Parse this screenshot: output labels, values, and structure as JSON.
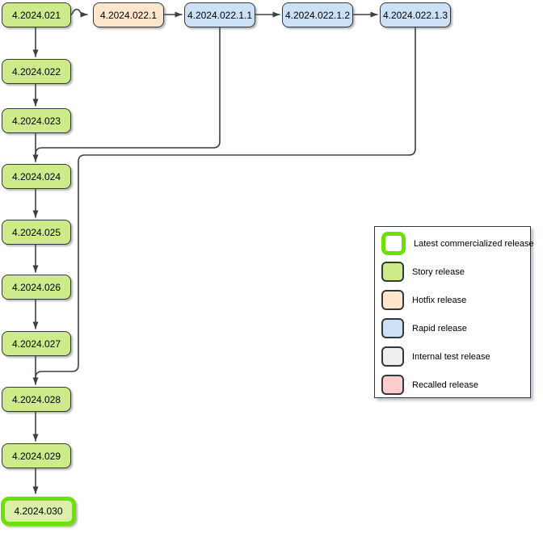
{
  "diagram": {
    "nodes": [
      {
        "label": "4.2024.021",
        "type": "story"
      },
      {
        "label": "4.2024.022.1",
        "type": "hotfix"
      },
      {
        "label": "4.2024.022.1.1",
        "type": "rapid"
      },
      {
        "label": "4.2024.022.1.2",
        "type": "rapid"
      },
      {
        "label": "4.2024.022.1.3",
        "type": "rapid"
      },
      {
        "label": "4.2024.022",
        "type": "story"
      },
      {
        "label": "4.2024.023",
        "type": "story"
      },
      {
        "label": "4.2024.024",
        "type": "story"
      },
      {
        "label": "4.2024.025",
        "type": "story"
      },
      {
        "label": "4.2024.026",
        "type": "story"
      },
      {
        "label": "4.2024.027",
        "type": "story"
      },
      {
        "label": "4.2024.028",
        "type": "story"
      },
      {
        "label": "4.2024.029",
        "type": "story"
      },
      {
        "label": "4.2024.030",
        "type": "latest"
      }
    ],
    "legend": {
      "items": [
        {
          "label": "Latest commercialized release",
          "type": "latest"
        },
        {
          "label": "Story release",
          "type": "story"
        },
        {
          "label": "Hotfix release",
          "type": "hotfix"
        },
        {
          "label": "Rapid release",
          "type": "rapid"
        },
        {
          "label": "Internal test release",
          "type": "internal"
        },
        {
          "label": "Recalled release",
          "type": "recalled"
        }
      ]
    },
    "colors": {
      "story_fill": "#cdeb8b",
      "hotfix_fill": "#fde6cb",
      "rapid_fill": "#cce0f6",
      "internal_fill": "#eeeeee",
      "recalled_fill": "#fbcdcd",
      "latest_fill": "#daf0a8",
      "latest_border": "#6ce104",
      "node_border": "#33383d",
      "stroke": "#3b4045"
    }
  }
}
